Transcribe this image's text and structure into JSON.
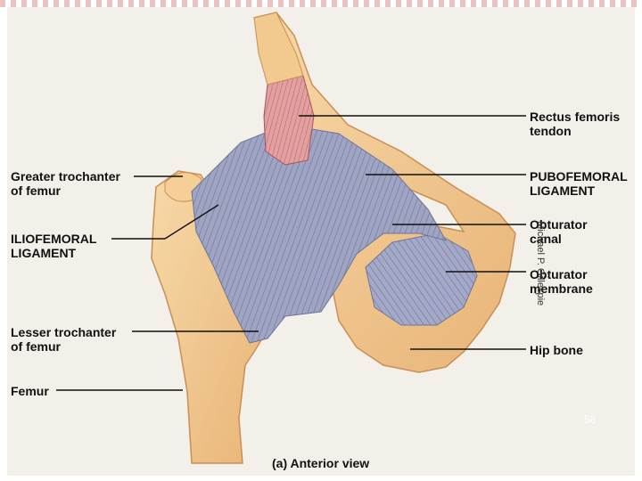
{
  "labels": {
    "rectus_femoris": "Rectus femoris\ntendon",
    "greater_trochanter": "Greater trochanter\nof femur",
    "pubofemoral": "PUBOFEMORAL\nLIGAMENT",
    "obturator_canal": "Obturator\ncanal",
    "iliofemoral": "ILIOFEMORAL\nLIGAMENT",
    "obturator_membrane": "Obturator\nmembrane",
    "lesser_trochanter": "Lesser trochanter\nof femur",
    "hip_bone": "Hip bone",
    "femur": "Femur"
  },
  "caption": "(a) Anterior view",
  "credit": "Michael P. Gillespie",
  "slide_number": "58",
  "colors": {
    "bone": "#f2c98f",
    "bone_shadow": "#d9a466",
    "ligament": "#9aa0bd",
    "ligament_line": "#6e7598",
    "tendon": "#d98c8c",
    "background": "#f3efe9"
  }
}
